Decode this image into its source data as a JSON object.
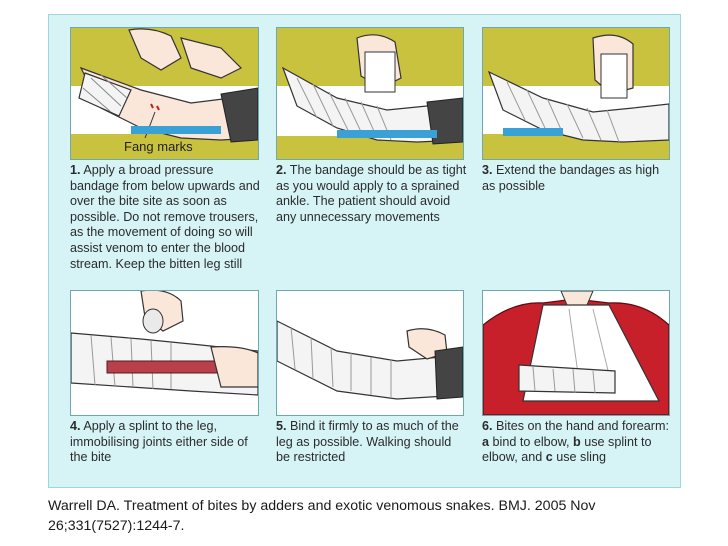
{
  "panels": [
    {
      "num": "1.",
      "text": "Apply a broad pressure bandage from below upwards and over the bite site as soon as possible. Do not remove trousers, as the movement of doing so will assist venom to enter the blood stream. Keep the bitten leg still",
      "label": "Fang marks"
    },
    {
      "num": "2.",
      "text": "The bandage should be as tight as you would apply to a sprained ankle. The patient should avoid any unnecessary movements"
    },
    {
      "num": "3.",
      "text": "Extend the bandages as high as possible"
    },
    {
      "num": "4.",
      "text": "Apply a splint to the leg, immobilising joints either side of the bite"
    },
    {
      "num": "5.",
      "text": "Bind it firmly to as much of the leg as possible. Walking should be restricted"
    },
    {
      "num": "6.",
      "text": "Bites on the hand and forearm:",
      "a_letter": "a",
      "a_text": "bind to elbow,",
      "b_letter": "b",
      "b_text": "use splint to elbow, and",
      "c_letter": "c",
      "c_text": "use sling"
    }
  ],
  "citation": "Warrell DA. Treatment of bites by adders and exotic venomous snakes. BMJ. 2005 Nov 26;331(7527):1244-7.",
  "colors": {
    "background": "#d6f3f6",
    "olive": "#c9c23e",
    "shirt": "#c8202b",
    "sleeve": "#3a3a3a",
    "skin": "#fbe6da"
  }
}
